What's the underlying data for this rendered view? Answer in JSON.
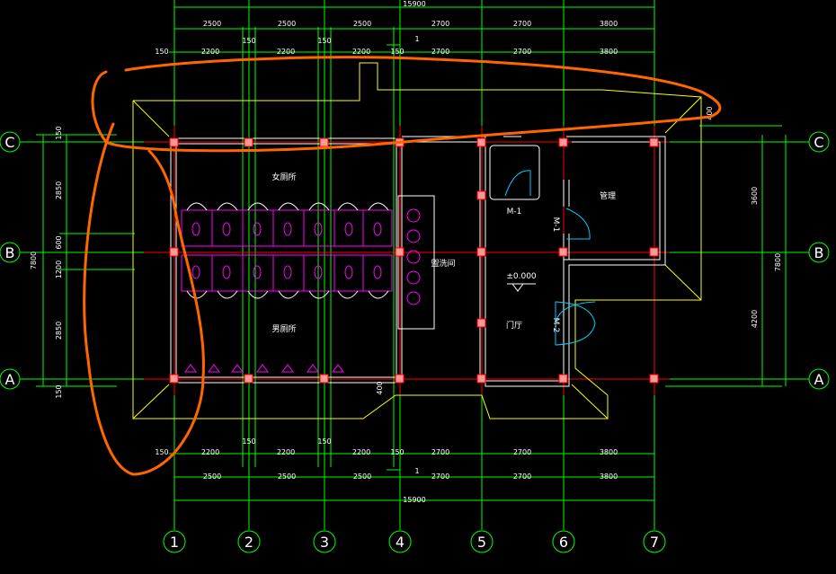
{
  "drawing": {
    "total_width": "15900",
    "col_dims_outer": [
      "2500",
      "2500",
      "2500",
      "2700",
      "2700",
      "3800"
    ],
    "col_dims_inner": [
      "150",
      "2200",
      "150",
      "2200",
      "150",
      "2200",
      "150",
      "2700",
      "2700",
      "3800"
    ],
    "row_dims_left": [
      "150",
      "2850",
      "600",
      "1200",
      "2850",
      "150"
    ],
    "row_total_left": "7800",
    "row_dims_right": [
      "400",
      "3600",
      "4200"
    ],
    "row_total_right": "7800",
    "small_dim": "400",
    "axis_columns": [
      "1",
      "2",
      "3",
      "4",
      "5",
      "6",
      "7"
    ],
    "axis_rows": [
      "C",
      "B",
      "A"
    ],
    "rooms": {
      "female_toilet": "女厕所",
      "male_toilet": "男厕所",
      "washroom": "盥洗间",
      "office": "管理",
      "hall": "门厅",
      "elevation": "±0.000"
    },
    "doors": [
      "M-1",
      "M-1",
      "M-2"
    ],
    "section_mark": "1"
  },
  "colors": {
    "background": "#000000",
    "grid": "#00ff00",
    "axis_red": "#ff0000",
    "wall": "#ffffff",
    "roof_outline": "#ffff00",
    "fixtures": "#ff00ff",
    "annotation": "#ff6600"
  }
}
